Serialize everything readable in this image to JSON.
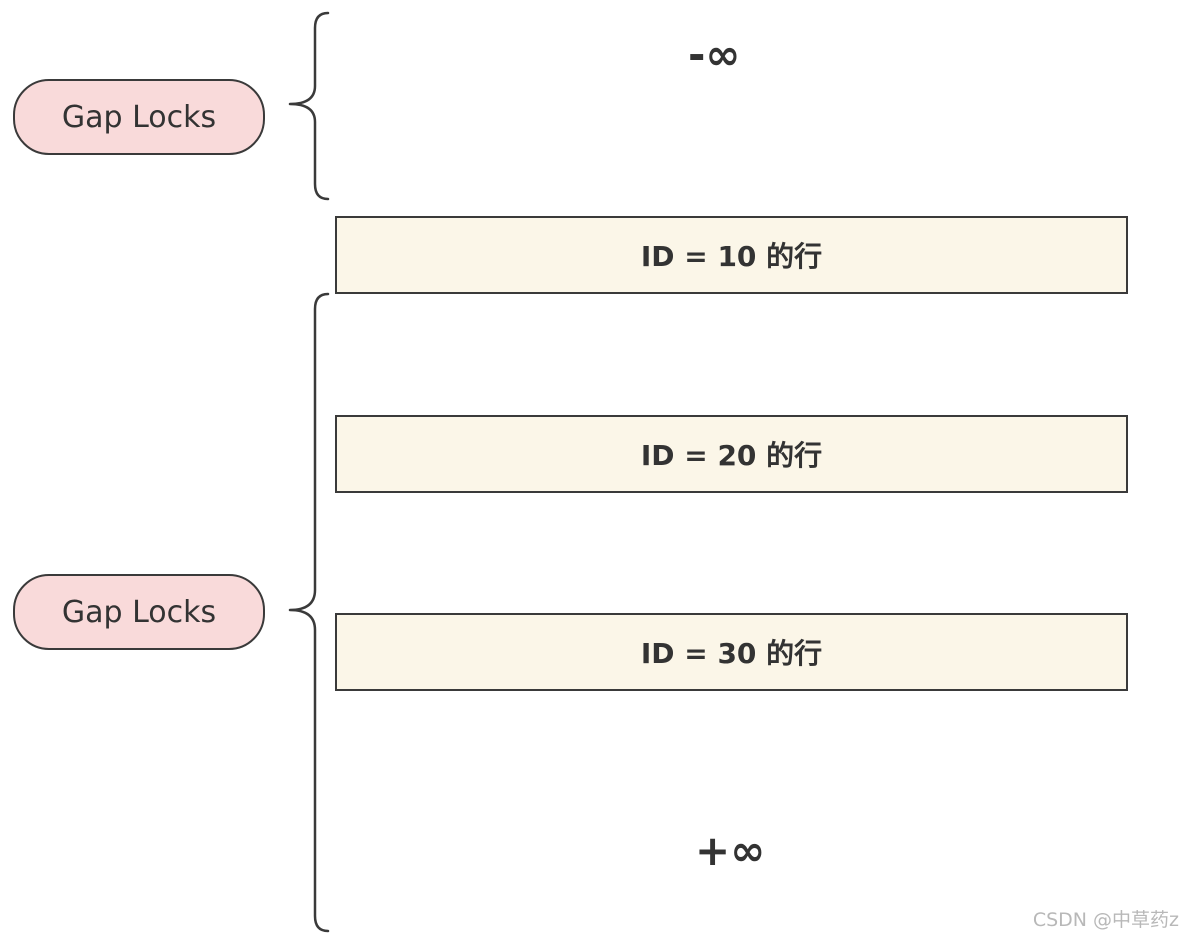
{
  "gap_locks": [
    {
      "label": "Gap Locks"
    },
    {
      "label": "Gap Locks"
    }
  ],
  "rows": [
    {
      "label": "ID = 10 的行"
    },
    {
      "label": "ID = 20 的行"
    },
    {
      "label": "ID = 30 的行"
    }
  ],
  "bounds": {
    "negative_infinity": "-∞",
    "positive_infinity": "+∞"
  },
  "watermark": "CSDN @中草药z",
  "colors": {
    "gap_lock_fill": "#f9dada",
    "row_fill": "#fbf6e8",
    "stroke": "#3a3a3a",
    "text": "#333333"
  }
}
